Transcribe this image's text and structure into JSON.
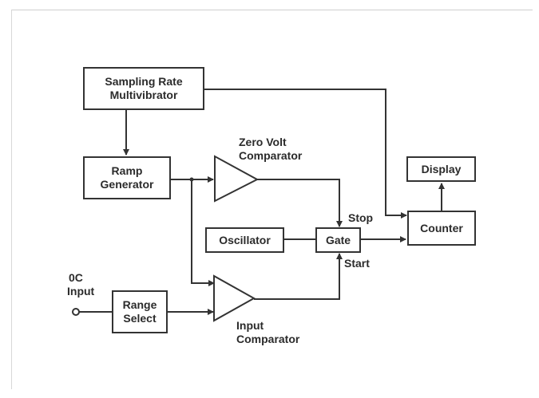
{
  "diagram": {
    "blocks": {
      "sampling_rate_line1": "Sampling Rate",
      "sampling_rate_line2": "Multivibrator",
      "ramp_line1": "Ramp",
      "ramp_line2": "Generator",
      "oscillator": "Oscillator",
      "gate": "Gate",
      "counter": "Counter",
      "display": "Display",
      "range_line1": "Range",
      "range_line2": "Select"
    },
    "labels": {
      "zero_volt_line1": "Zero Volt",
      "zero_volt_line2": "Comparator",
      "input_comp_line1": "Input",
      "input_comp_line2": "Comparator",
      "stop": "Stop",
      "start": "Start",
      "dc_line1": "0C",
      "dc_line2": "Input"
    }
  },
  "colors": {
    "line": "#333333",
    "background": "#ffffff"
  }
}
